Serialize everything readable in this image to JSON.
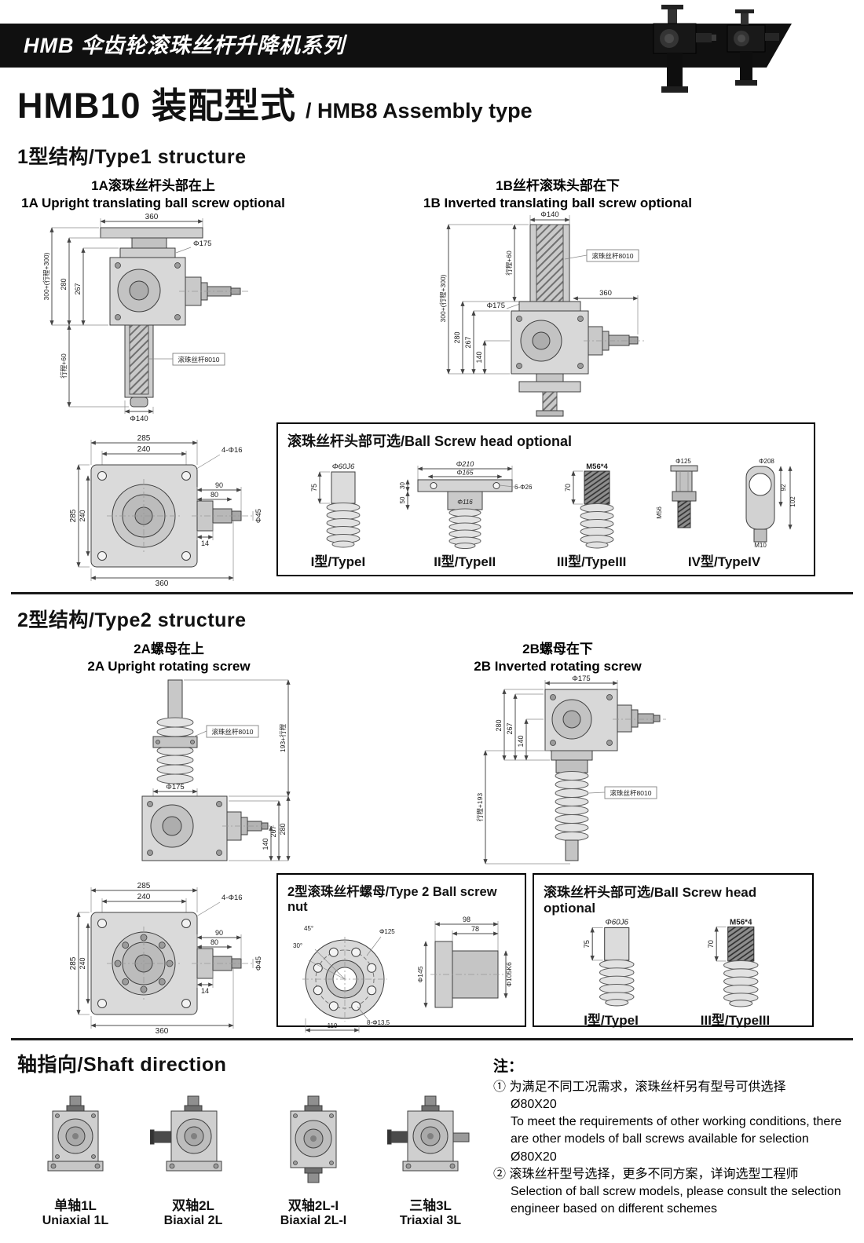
{
  "banner": {
    "title": "HMB 伞齿轮滚珠丝杆升降机系列"
  },
  "page_title": {
    "cn": "HMB10 装配型式",
    "en": "/ HMB8 Assembly type"
  },
  "section1": {
    "heading": "1型结构/Type1 structure",
    "fig1a": {
      "caption_cn": "1A滚珠丝杆头部在上",
      "caption_en": "1A Upright translating ball screw optional",
      "dim_360": "360",
      "dim_175": "Φ175",
      "dim_280": "280",
      "dim_267": "267",
      "dim_stroke_upper": "300+(行程+300)",
      "dim_stroke_lower": "行程+60",
      "screw_label": "滚珠丝杆8010",
      "dim_140": "Φ140"
    },
    "fig1b": {
      "caption_cn": "1B丝杆滚珠头部在下",
      "caption_en": "1B Inverted translating ball screw optional",
      "dim_140": "Φ140",
      "dim_stroke_upper": "行程+60",
      "screw_label": "滚珠丝杆8010",
      "dim_175": "Φ175",
      "dim_360": "360",
      "dim_stroke_total": "300+(行程+300)",
      "dim_280": "280",
      "dim_267": "267",
      "dim_140b": "140"
    },
    "topview": {
      "dim_285_top": "285",
      "dim_240_top": "240",
      "dim_holes": "4-Φ16",
      "dim_90": "90",
      "dim_80": "80",
      "dim_45": "Φ45",
      "dim_285_left": "285",
      "dim_240_left": "240",
      "dim_14": "14",
      "dim_360": "360"
    },
    "headbox": {
      "title": "滚珠丝杆头部可选/Ball Screw head optional",
      "type1": {
        "label": "I型/TypeI",
        "dim_dia": "Φ60J6",
        "dim_len": "75"
      },
      "type2": {
        "label": "II型/TypeII",
        "dim_210": "Φ210",
        "dim_165": "Φ165",
        "dim_30": "30",
        "dim_50": "50",
        "dim_116": "Φ116",
        "dim_26": "6-Φ26"
      },
      "type3": {
        "label": "III型/TypeIII",
        "dim_thread": "M56*4",
        "dim_len": "70"
      },
      "type4": {
        "label": "IV型/TypeIV",
        "dim_125": "Φ125",
        "dim_208": "Φ208",
        "dim_m56": "M56",
        "dim_92": "92",
        "dim_102": "102",
        "dim_m10": "M10"
      }
    }
  },
  "section2": {
    "heading": "2型结构/Type2 structure",
    "fig2a": {
      "caption_cn": "2A螺母在上",
      "caption_en": "2A Upright rotating screw",
      "dim_stroke": "193+行程",
      "screw_label": "滚珠丝杆8010",
      "dim_175": "Φ175",
      "dim_280": "280",
      "dim_267": "267",
      "dim_140": "140"
    },
    "fig2b": {
      "caption_cn": "2B螺母在下",
      "caption_en": "2B Inverted rotating screw",
      "dim_175": "Φ175",
      "dim_280": "280",
      "dim_267": "267",
      "dim_140": "140",
      "screw_label": "滚珠丝杆8010",
      "dim_stroke": "行程+193"
    },
    "topview": {
      "dim_285_top": "285",
      "dim_240_top": "240",
      "dim_holes": "4-Φ16",
      "dim_90": "90",
      "dim_80": "80",
      "dim_45": "Φ45",
      "dim_285_left": "285",
      "dim_240_left": "240",
      "dim_14": "14",
      "dim_360": "360"
    },
    "nutbox": {
      "title": "2型滚珠丝杆螺母/Type 2 Ball screw nut",
      "dim_45deg": "45°",
      "dim_30deg": "30°",
      "dim_125": "Φ125",
      "dim_98": "98",
      "dim_78": "78",
      "dim_145": "Φ145",
      "dim_105": "Φ105K6",
      "dim_holes": "8-Φ13.5",
      "dim_110": "110"
    },
    "headbox": {
      "title": "滚珠丝杆头部可选/Ball Screw head optional",
      "type1": {
        "label": "I型/TypeI",
        "dim_dia": "Φ60J6",
        "dim_len": "75"
      },
      "type3": {
        "label": "III型/TypeIII",
        "dim_thread": "M56*4",
        "dim_len": "70"
      }
    }
  },
  "section3": {
    "heading": "轴指向/Shaft direction",
    "figures": [
      {
        "caption_cn": "单轴1L",
        "caption_en": "Uniaxial 1L"
      },
      {
        "caption_cn": "双轴2L",
        "caption_en": "Biaxial 2L"
      },
      {
        "caption_cn": "双轴2L-I",
        "caption_en": "Biaxial 2L-I"
      },
      {
        "caption_cn": "三轴3L",
        "caption_en": "Triaxial 3L"
      }
    ],
    "notes": {
      "label": "注：",
      "item1_cn": "① 为满足不同工况需求，滚珠丝杆另有型号可供选择",
      "item1_cn_spec": "Ø80X20",
      "item1_en": "To meet the requirements of other working conditions, there are other models of ball screws available for selection",
      "item1_en_spec": "Ø80X20",
      "item2_cn": "② 滚珠丝杆型号选择，更多不同方案，详询选型工程师",
      "item2_en": "Selection of ball screw models, please consult the selection engineer based on different schemes"
    }
  }
}
